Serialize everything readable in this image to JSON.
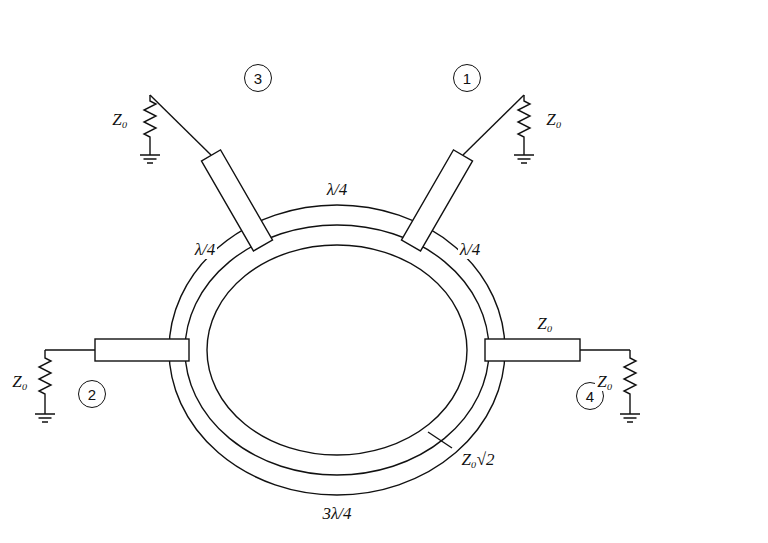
{
  "diagram": {
    "nodes": [
      {
        "text": [
          "3"
        ]
      },
      {
        "text": [
          "1"
        ]
      },
      {
        "text": [
          "2"
        ]
      },
      {
        "text": [
          "4"
        ]
      }
    ],
    "labels": [
      "Z₀",
      "λ/4",
      "Z₀",
      "λ/4",
      "λ/4",
      "Z₀",
      "Z₀",
      "Z₀",
      "Z₀√2",
      "3λ/4"
    ]
  }
}
